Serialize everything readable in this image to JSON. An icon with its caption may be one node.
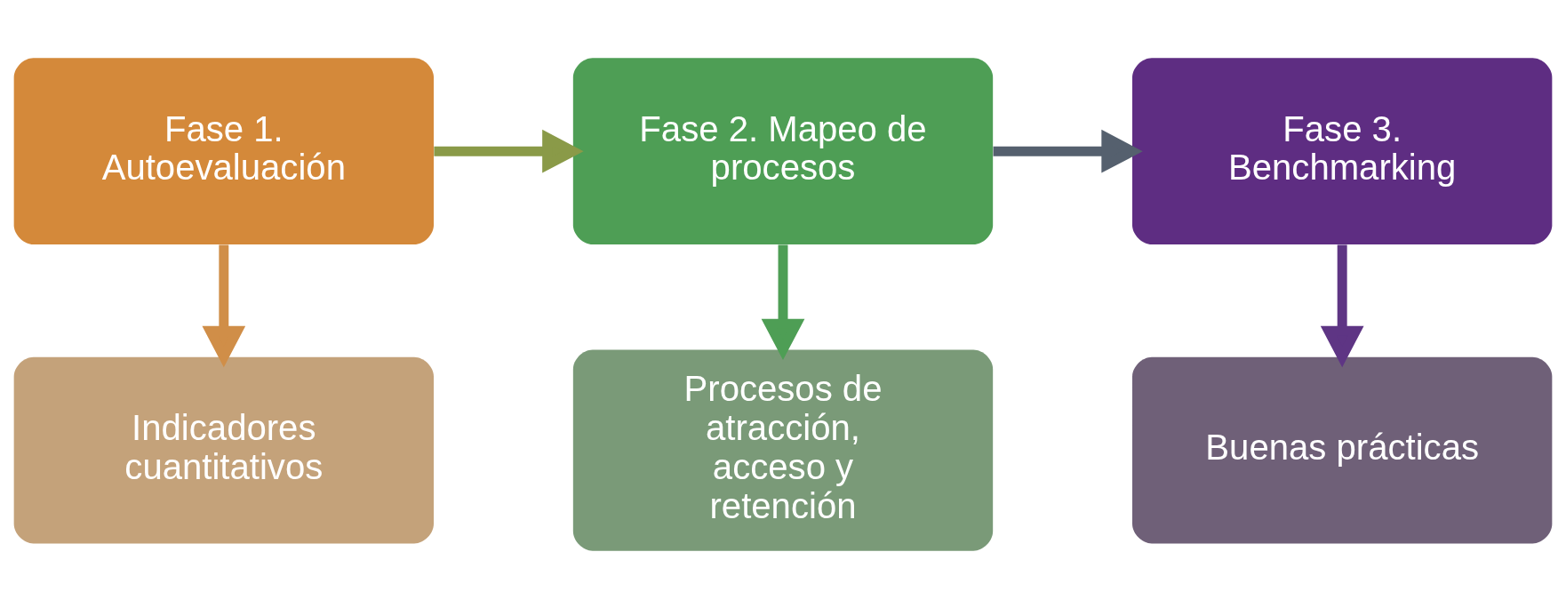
{
  "diagram": {
    "nodes": [
      {
        "text": [
          "Fase 1. Autoevaluación"
        ]
      },
      {
        "text": [
          "Fase 2. Mapeo de procesos"
        ]
      },
      {
        "text": [
          "Fase 3. Benchmarking"
        ]
      },
      {
        "text": [
          "Indicadores cuantitativos"
        ]
      },
      {
        "text": [
          "Procesos de atracción, acceso y retención"
        ]
      },
      {
        "text": [
          "Buenas prácticas"
        ]
      }
    ],
    "edges": [
      {
        "from": 0,
        "to": 1,
        "arrow": "to",
        "color": "#8a9a48"
      },
      {
        "from": 1,
        "to": 2,
        "arrow": "to",
        "color": "#55606e"
      },
      {
        "from": 0,
        "to": 3,
        "arrow": "to",
        "color": "#d08e48"
      },
      {
        "from": 1,
        "to": 4,
        "arrow": "to",
        "color": "#4e9e55"
      },
      {
        "from": 2,
        "to": 5,
        "arrow": "to",
        "color": "#5e3584"
      }
    ]
  }
}
